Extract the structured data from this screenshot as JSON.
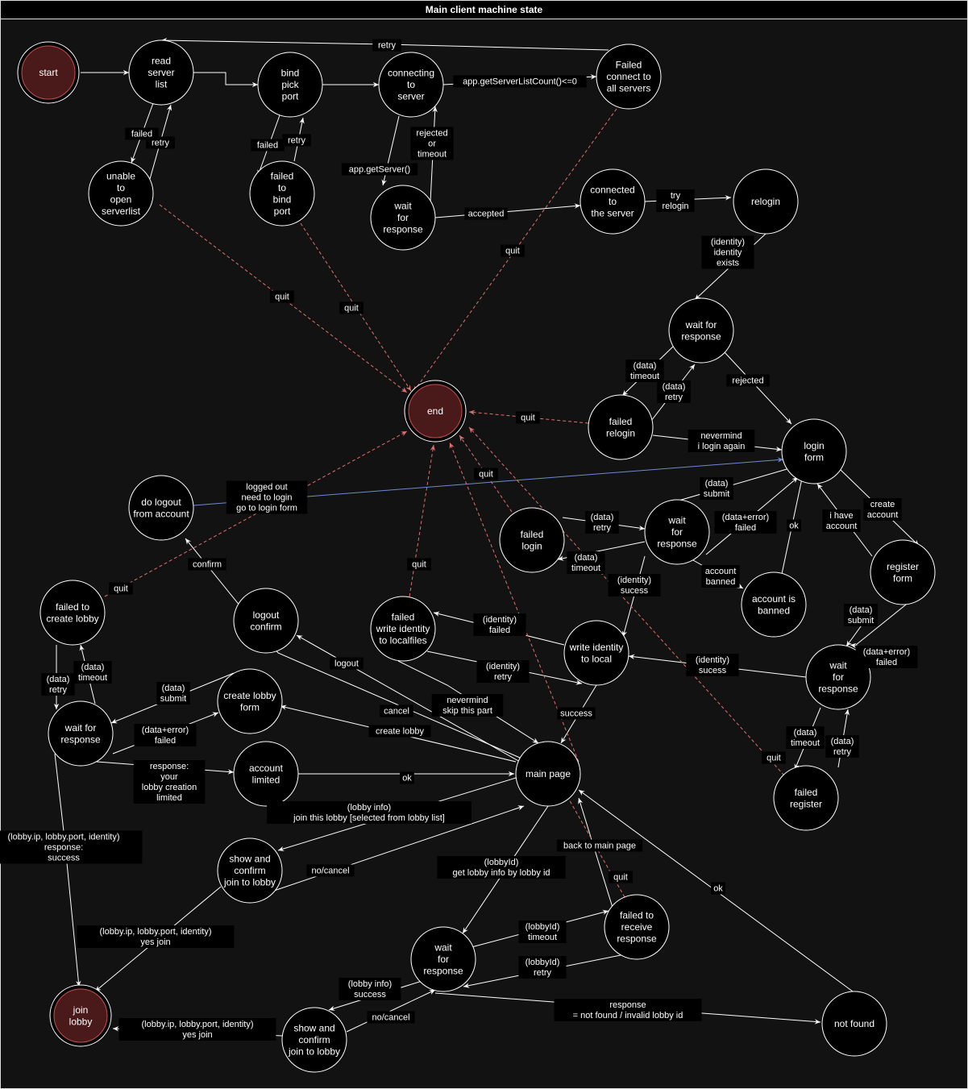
{
  "title": "Main client machine state",
  "colors": {
    "background": "#121212",
    "node_fill": "#000000",
    "node_stroke": "#ffffff",
    "terminal_fill": "#4a1a1a",
    "quit_edge": "#e07070",
    "login_edge": "#6d8bd0",
    "edge": "#ffffff"
  },
  "states": {
    "start": [
      "start"
    ],
    "read_server_list": [
      "read",
      "server",
      "list"
    ],
    "unable_open": [
      "unable",
      "to",
      "open",
      "serverlist"
    ],
    "bind_pick_port": [
      "bind",
      "pick",
      "port"
    ],
    "failed_bind": [
      "failed",
      "to",
      "bind",
      "port"
    ],
    "connecting": [
      "connecting",
      "to",
      "server"
    ],
    "wait_resp_1": [
      "wait",
      "for",
      "response"
    ],
    "failed_all": [
      "Failed",
      "connect to",
      "all servers"
    ],
    "connected": [
      "connected",
      "to",
      "the server"
    ],
    "relogin": [
      "relogin"
    ],
    "wait_resp_2": [
      "wait for",
      "response"
    ],
    "failed_relogin": [
      "failed",
      "relogin"
    ],
    "end": [
      "end"
    ],
    "login_form": [
      "login",
      "form"
    ],
    "do_logout": [
      "do logout",
      "from account"
    ],
    "failed_login": [
      "failed",
      "login"
    ],
    "wait_resp_3": [
      "wait",
      "for",
      "response"
    ],
    "account_banned": [
      "account is",
      "banned"
    ],
    "register_form": [
      "register",
      "form"
    ],
    "wait_resp_4": [
      "wait",
      "for",
      "response"
    ],
    "failed_register": [
      "failed",
      "register"
    ],
    "write_identity": [
      "write identity",
      "to local"
    ],
    "failed_write": [
      "failed",
      "write identity",
      "to localfiles"
    ],
    "logout_confirm": [
      "logout",
      "confirm"
    ],
    "failed_create_lobby": [
      "failed to",
      "create lobby"
    ],
    "wait_resp_5": [
      "wait for",
      "response"
    ],
    "create_lobby_form": [
      "create lobby",
      "form"
    ],
    "account_limited": [
      "account",
      "limited"
    ],
    "main_page": [
      "main page"
    ],
    "show_confirm_1": [
      "show and",
      "confirm",
      "join to lobby"
    ],
    "join_lobby": [
      "join",
      "lobby"
    ],
    "wait_resp_6": [
      "wait",
      "for",
      "response"
    ],
    "failed_receive": [
      "failed to",
      "receive",
      "response"
    ],
    "show_confirm_2": [
      "show and",
      "confirm",
      "join to lobby"
    ],
    "not_found": [
      "not found"
    ]
  },
  "labels": {
    "retry_top": [
      "retry"
    ],
    "app_count": [
      "app.getServerListCount()<=0"
    ],
    "failed_1": [
      "failed"
    ],
    "retry_1": [
      "retry"
    ],
    "failed_2": [
      "failed"
    ],
    "retry_2": [
      "retry"
    ],
    "get_server": [
      "app.getServer()"
    ],
    "rejected_timeout": [
      "rejected",
      "or",
      "timeout"
    ],
    "accepted": [
      "accepted"
    ],
    "try_relogin": [
      "try",
      "relogin"
    ],
    "identity_exists": [
      "(identity)",
      "identity",
      "exists"
    ],
    "quit_1": [
      "quit"
    ],
    "quit_2": [
      "quit"
    ],
    "quit_3": [
      "quit"
    ],
    "data_timeout_1": [
      "(data)",
      "timeout"
    ],
    "data_retry_1": [
      "(data)",
      "retry"
    ],
    "rejected": [
      "rejected"
    ],
    "quit_4": [
      "quit"
    ],
    "nevermind_login": [
      "nevermind",
      "i login again"
    ],
    "logged_out": [
      "logged out",
      "need to login",
      "go to login form"
    ],
    "quit_5": [
      "quit"
    ],
    "data_submit_1": [
      "(data)",
      "submit"
    ],
    "create_account": [
      "create",
      "account"
    ],
    "data_error_1": [
      "(data+error)",
      "failed"
    ],
    "i_have_account": [
      "i have",
      "account"
    ],
    "data_retry_2": [
      "(data)",
      "retry"
    ],
    "ok_1": [
      "ok"
    ],
    "data_timeout_2": [
      "(data)",
      "timeout"
    ],
    "account_banned_lbl": [
      "account",
      "banned"
    ],
    "identity_success_1": [
      "(identity)",
      "sucess"
    ],
    "confirm": [
      "confirm"
    ],
    "quit_6": [
      "quit"
    ],
    "quit_7": [
      "quit"
    ],
    "identity_failed": [
      "(identity)",
      "failed"
    ],
    "identity_success_2": [
      "(identity)",
      "sucess"
    ],
    "data_submit_2": [
      "(data)",
      "submit"
    ],
    "data_error_2": [
      "(data+error)",
      "failed"
    ],
    "data_retry_3": [
      "(data)",
      "retry"
    ],
    "data_timeout_3": [
      "(data)",
      "timeout"
    ],
    "logout": [
      "logout"
    ],
    "identity_retry": [
      "(identity)",
      "retry"
    ],
    "nevermind_skip": [
      "nevermind",
      "skip this part"
    ],
    "data_timeout_4": [
      "(data)",
      "timeout"
    ],
    "data_submit_3": [
      "(data)",
      "submit"
    ],
    "cancel": [
      "cancel"
    ],
    "success": [
      "success"
    ],
    "data_retry_4": [
      "(data)",
      "retry"
    ],
    "create_lobby": [
      "create lobby"
    ],
    "data_error_3": [
      "(data+error)",
      "failed"
    ],
    "response_limited": [
      "response:",
      "your",
      "lobby creation",
      "limited"
    ],
    "ok_2": [
      "ok"
    ],
    "quit_8": [
      "quit"
    ],
    "data_timeout_5": [
      "(data)",
      "timeout"
    ],
    "data_retry_5": [
      "(data)",
      "retry"
    ],
    "lobby_info_join": [
      "(lobby info)",
      "join this lobby [selected from lobby list]"
    ],
    "lobby_success_1": [
      "(lobby.ip, lobby.port, identity)",
      "response:",
      "success"
    ],
    "no_cancel_1": [
      "no/cancel"
    ],
    "lobbyid_get": [
      "(lobbyId)",
      "get lobby info by lobby id"
    ],
    "back_main": [
      "back to main page"
    ],
    "quit_9": [
      "quit"
    ],
    "ok_3": [
      "ok"
    ],
    "yes_join_1": [
      "(lobby.ip, lobby.port, identity)",
      "yes join"
    ],
    "lobbyid_timeout": [
      "(lobbyId)",
      "timeout"
    ],
    "lobbyid_retry": [
      "(lobbyId)",
      "retry"
    ],
    "lobby_info_success": [
      "(lobby info)",
      "success"
    ],
    "response_not_found": [
      "response",
      "= not found / invalid lobby id"
    ],
    "no_cancel_2": [
      "no/cancel"
    ],
    "yes_join_2": [
      "(lobby.ip, lobby.port, identity)",
      "yes join"
    ]
  }
}
